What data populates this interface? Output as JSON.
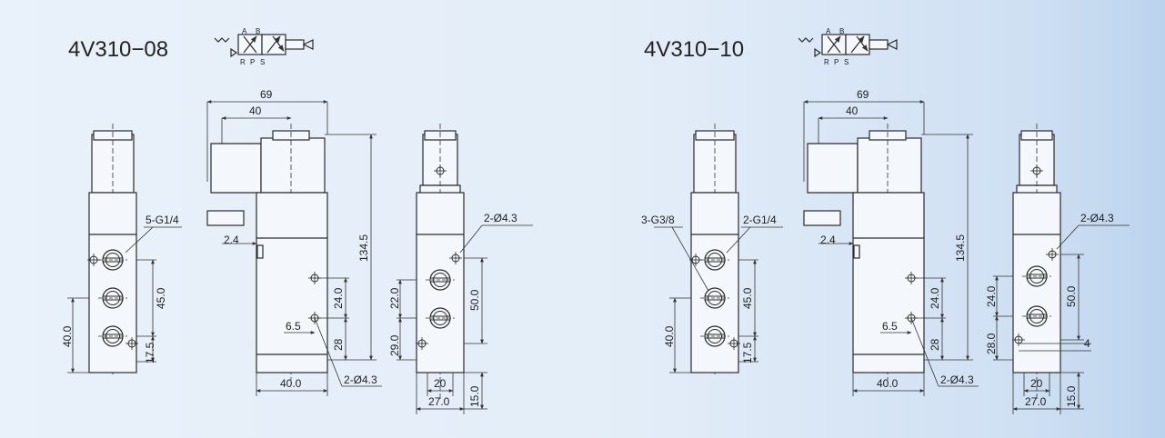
{
  "variants": [
    {
      "model": "4V310−08",
      "symbol": {
        "a": "A",
        "b": "B",
        "r": "R",
        "p": "P",
        "s": "S"
      },
      "dims": {
        "width_overall": "69",
        "dist_40": "40",
        "port_size": "5-G1/4",
        "offset_2_4": "2.4",
        "height": "134.5",
        "mount_hole_right": "2-Ø4.3",
        "mount_hole_bottom": "2-Ø4.3",
        "left_40": "40.0",
        "left_45": "45.0",
        "left_17_5": "17.5",
        "mid_24": "24.0",
        "mid_28": "28",
        "mid_6_5": "6.5",
        "mid_base": "40.0",
        "right_22": "22.0",
        "right_29": "29.0",
        "right_50": "50.0",
        "right_20": "20",
        "right_27": "27.0",
        "right_15": "15.0"
      }
    },
    {
      "model": "4V310−10",
      "symbol": {
        "a": "A",
        "b": "B",
        "r": "R",
        "p": "P",
        "s": "S"
      },
      "dims": {
        "width_overall": "69",
        "dist_40": "40",
        "port_size_a": "3-G3/8",
        "port_size_b": "2-G1/4",
        "offset_2_4": "2.4",
        "height": "134.5",
        "mount_hole_right": "2-Ø4.3",
        "mount_hole_bottom": "2-Ø4.3",
        "left_40": "40.0",
        "left_45": "45.0",
        "left_17_5": "17.5",
        "mid_24": "24.0",
        "mid_28": "28",
        "mid_6_5": "6.5",
        "mid_base": "40.0",
        "right_24": "24.0",
        "right_28": "28.0",
        "right_4": "4",
        "right_50": "50.0",
        "right_20": "20",
        "right_27": "27.0",
        "right_15": "15.0"
      }
    }
  ]
}
